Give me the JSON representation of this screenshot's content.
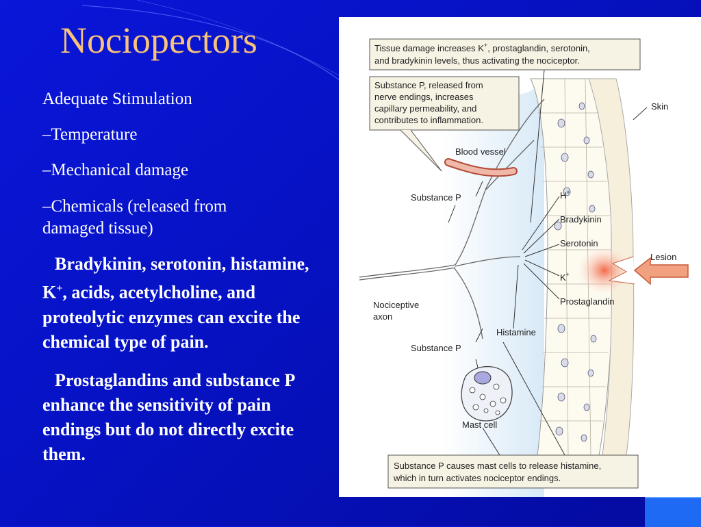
{
  "slide": {
    "title": "Nociopectors",
    "left_text": {
      "heading": "Adequate Stimulation",
      "items": [
        "–Temperature",
        "–Mechanical damage",
        "–Chemicals (released from damaged tissue)"
      ],
      "bold_para_1_prefix": "Bradykinin, serotonin, histamine, K",
      "bold_para_1_sup": "+",
      "bold_para_1_suffix": ", acids, acetylcholine, and proteolytic enzymes can excite the chemical type of pain.",
      "bold_para_2": "Prostaglandins and substance P enhance the sensitivity of pain endings but do not directly excite them."
    }
  },
  "figure": {
    "top_box": {
      "line1_prefix": "Tissue damage increases K",
      "line1_sup": "+",
      "line1_suffix": ", prostaglandin, serotonin,",
      "line2": "and bradykinin levels,  thus activating the nociceptor."
    },
    "sub_p_box": [
      "Substance P, released from",
      "nerve endings, increases",
      "capillary permeability, and",
      "contributes to inflammation."
    ],
    "bottom_box": [
      "Substance P causes mast cells to release histamine,",
      "which in turn activates nociceptor endings."
    ],
    "labels": {
      "skin": "Skin",
      "blood_vessel": "Blood vessel",
      "substance_p_top": "Substance P",
      "substance_p_bottom": "Substance P",
      "h_plus": "H",
      "h_plus_sup": "+",
      "bradykinin": "Bradykinin",
      "serotonin": "Serotonin",
      "lesion": "Lesion",
      "k_plus": "K",
      "k_plus_sup": "+",
      "prostaglandin": "Prostaglandin",
      "histamine": "Histamine",
      "nociceptive_axon_1": "Nociceptive",
      "nociceptive_axon_2": "axon",
      "mast_cell": "Mast cell"
    }
  }
}
